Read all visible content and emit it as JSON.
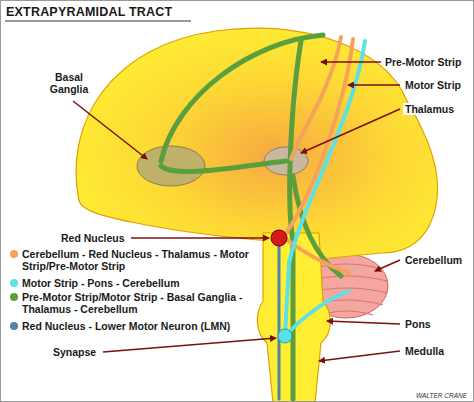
{
  "diagram": {
    "title": "EXTRAPYRAMIDAL TRACT",
    "labels": [
      "Pre-Motor Strip",
      "Motor Strip",
      "Basal Ganglia",
      "Thalamus",
      "Red Nucleus",
      "Cerebellum",
      "Synapse",
      "Pons",
      "Medulla",
      "WALTER CRANE"
    ],
    "legend": [
      {
        "text": "Cerebellum - Red Nucleus - Thalamus - Motor Strip/Pre-Motor Strip",
        "color": "#f5a35a"
      },
      {
        "text": "Motor Strip - Pons - Cerebellum",
        "color": "#5ce1e6"
      },
      {
        "text": "Pre-Motor Strip/Motor Strip - Basal Ganglia - Thalamus - Cerebellum",
        "color": "#5a9e3e"
      },
      {
        "text": "Red Nucleus - Lower Motor Neuron (LMN)",
        "color": "#4f86a8"
      }
    ]
  }
}
